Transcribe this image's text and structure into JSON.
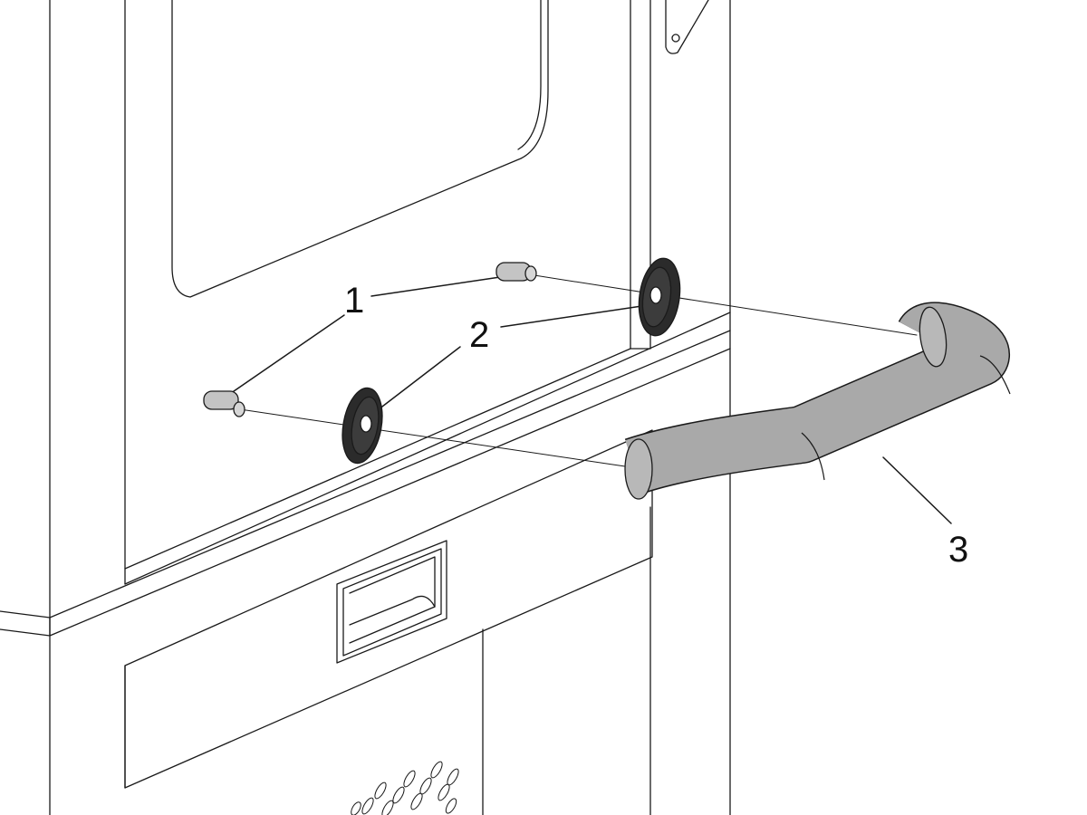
{
  "callouts": {
    "pin_left": "1",
    "washer_left": "2",
    "handle": "3"
  },
  "colors": {
    "line": "#1a1a1a",
    "handle_fill": "#a9a9a9",
    "washer_fill": "#2b2b2b",
    "pin_fill": "#c4c4c4",
    "background": "#ffffff"
  }
}
